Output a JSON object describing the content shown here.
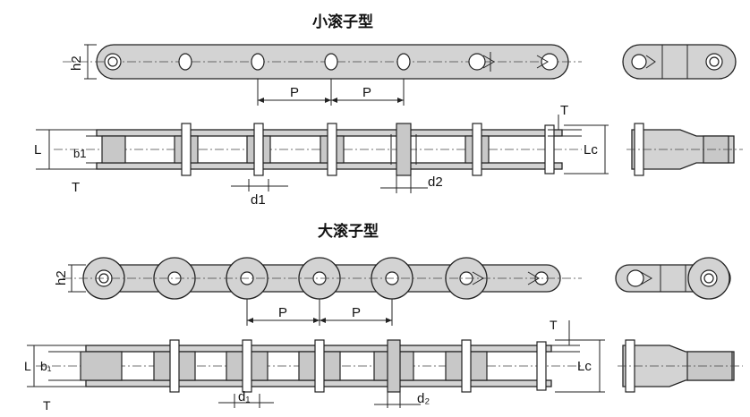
{
  "sections": [
    {
      "title": "小滚子型"
    },
    {
      "title": "大滚子型"
    }
  ],
  "dimension_labels": {
    "h2": "h2",
    "P": "P",
    "L": "L",
    "b1": "b1",
    "b1_sub": "b₁",
    "T": "T",
    "d1": "d1",
    "d1_sub": "d₁",
    "d2": "d2",
    "d2_sub": "d₂",
    "Lc": "Lc"
  }
}
